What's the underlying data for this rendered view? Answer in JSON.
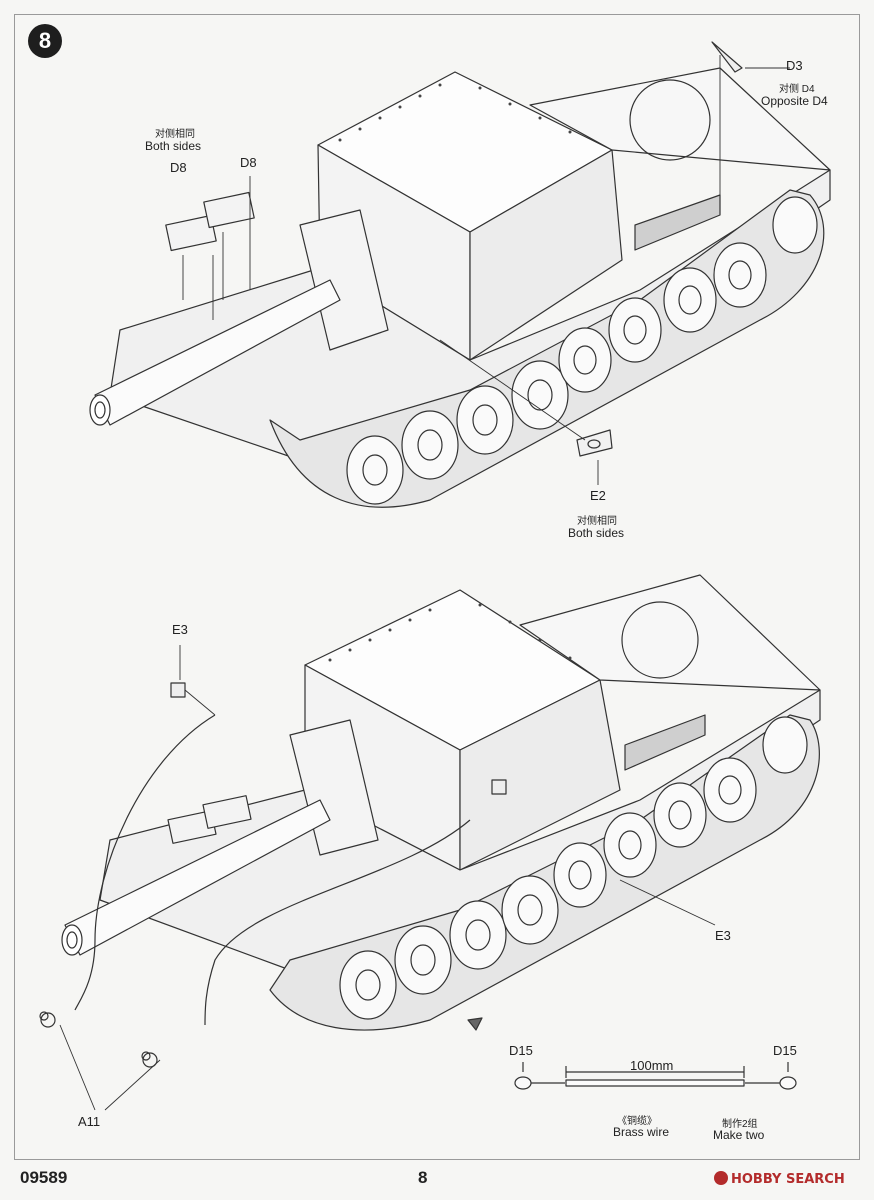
{
  "step": {
    "number": "8"
  },
  "top_callouts": {
    "d3": "D3",
    "d3_note_cn": "对侧 D4",
    "d3_note_en": "Opposite D4",
    "d8_left": "D8",
    "d8_left_note_cn": "对侧相同",
    "d8_left_note_en": "Both sides",
    "d8_right": "D8",
    "e2": "E2",
    "e2_note_cn": "对侧相同",
    "e2_note_en": "Both sides"
  },
  "bottom_callouts": {
    "e3_top": "E3",
    "e3_right": "E3",
    "a11": "A11",
    "d15_left": "D15",
    "d15_right": "D15",
    "wire_length": "100mm",
    "wire_cn": "《铜缆》",
    "wire_en": "Brass wire",
    "make_cn": "制作2组",
    "make_en": "Make two"
  },
  "footer": {
    "code": "09589",
    "page": "8",
    "watermark": "HOBBY SEARCH"
  }
}
